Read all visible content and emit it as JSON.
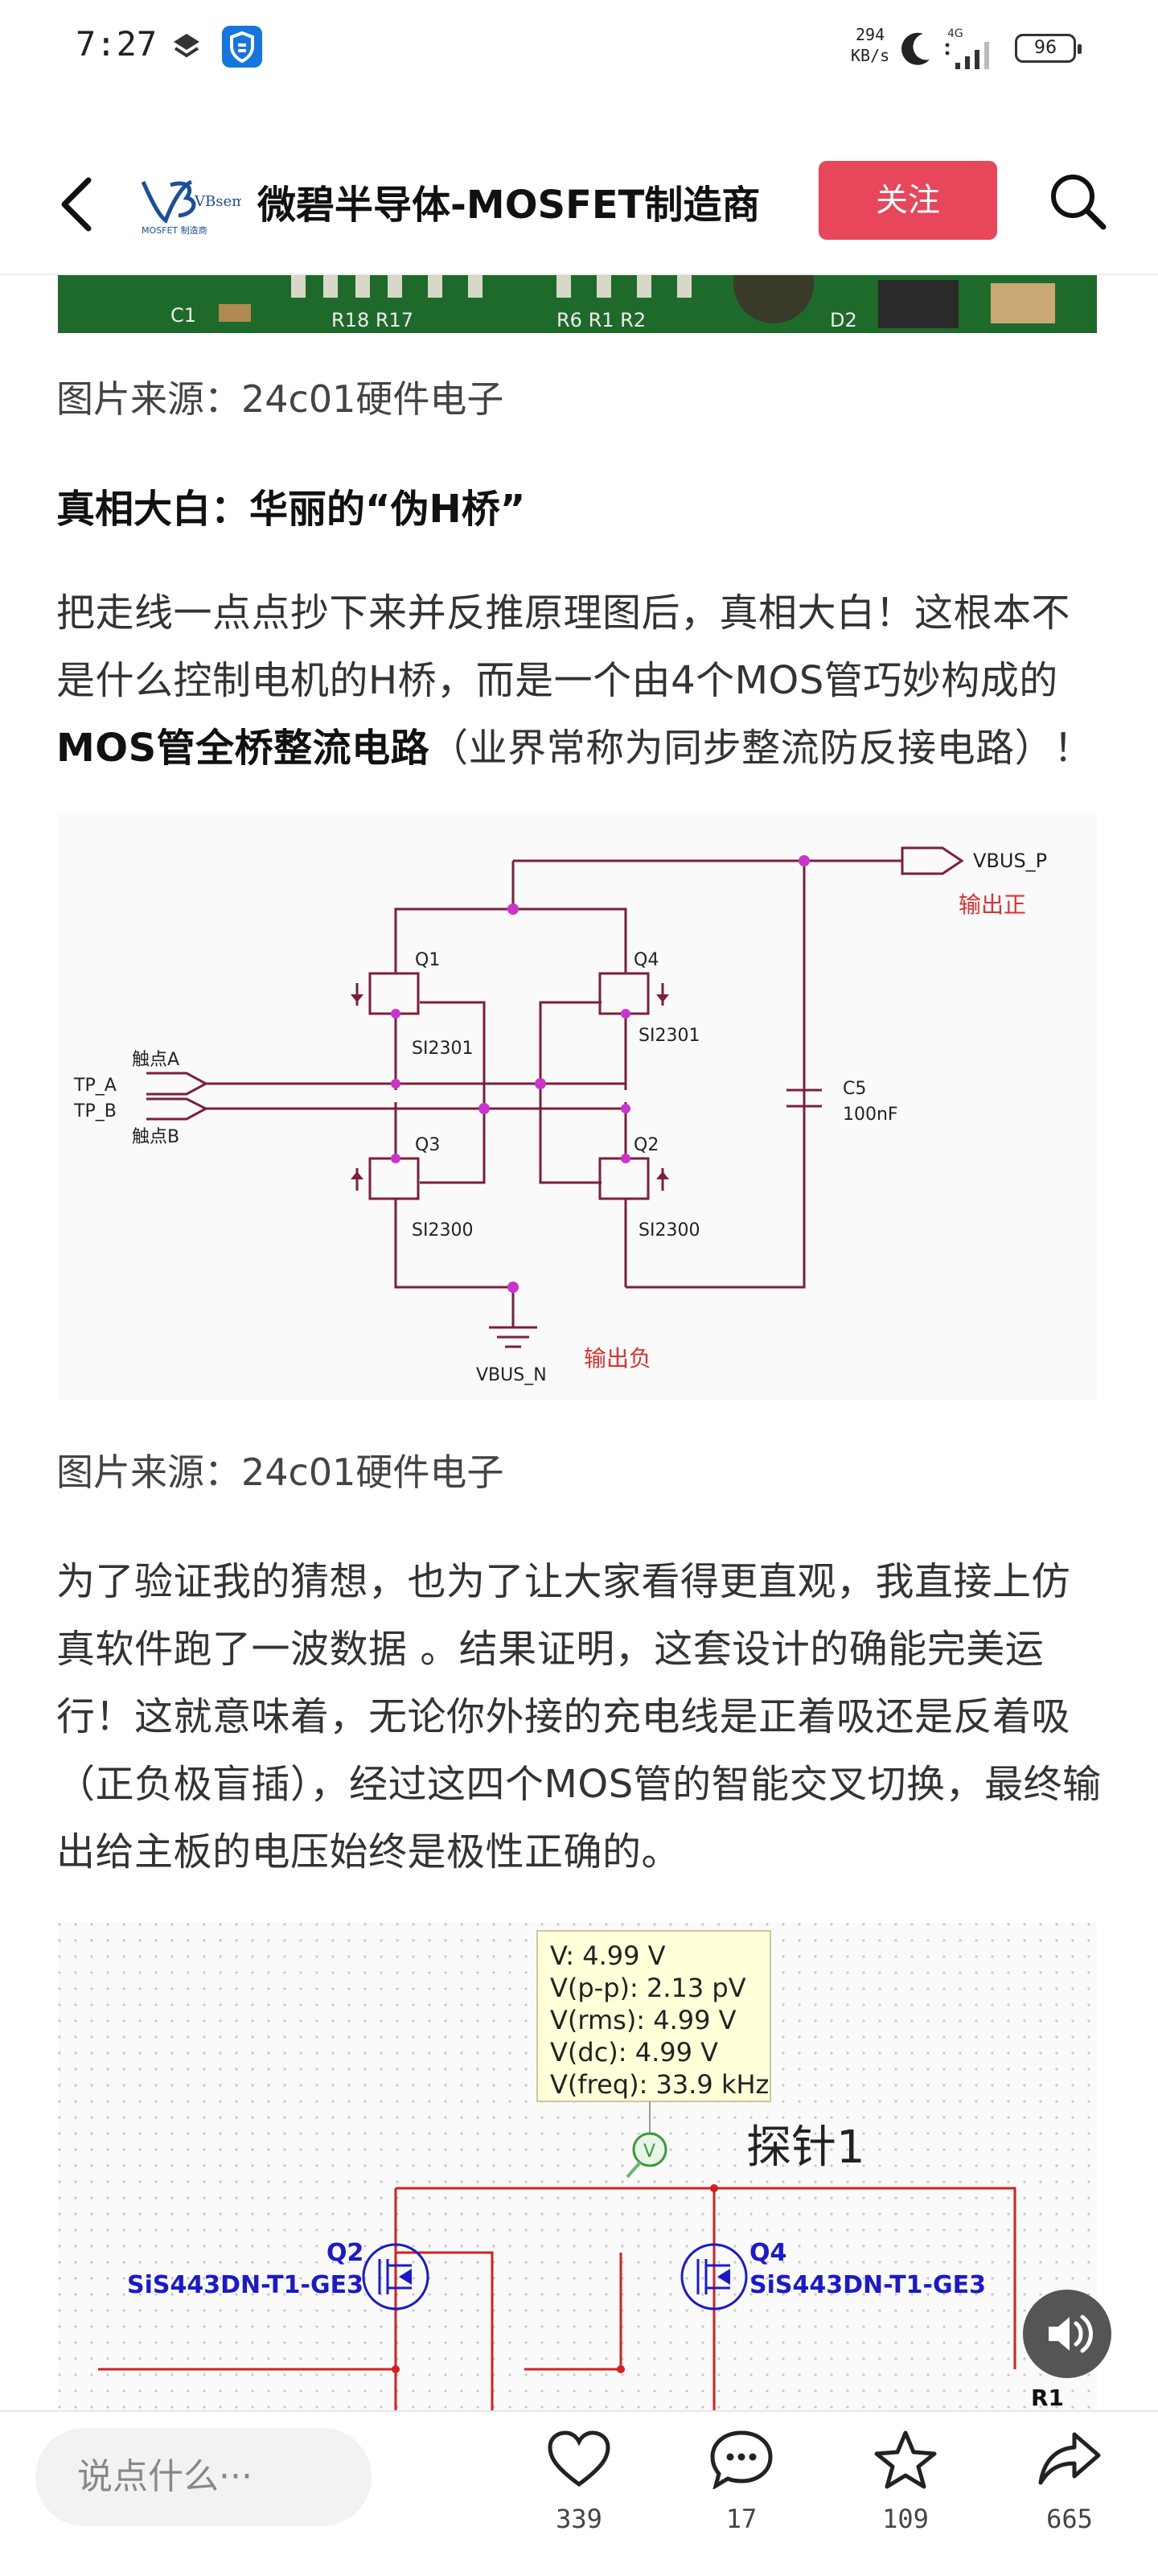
{
  "status_bar": {
    "time": "7:27",
    "net_speed_value": "294",
    "net_speed_unit": "KB/s",
    "network_type": "4G",
    "battery": "96",
    "icons": [
      "layers-icon",
      "shield-app-icon",
      "moon-icon",
      "signal-icon",
      "battery-icon"
    ]
  },
  "header": {
    "account_name": "微碧半导体-MOSFET制造商",
    "logo_text": "VBsemi",
    "logo_subtext": "MOSFET 制造商",
    "follow_label": "关注",
    "icons": [
      "back-arrow-icon",
      "search-icon"
    ]
  },
  "article": {
    "caption_1": "图片来源：24c01硬件电子",
    "heading": "真相大白：华丽的“伪H桥”",
    "para_1_a": "把走线一点点抄下来并反推原理图后，真相大白！这根本不是什么控制电机的H桥，而是一个由4个MOS管巧妙构成的",
    "para_1_bold": "MOS管全桥整流电路",
    "para_1_c": "（业界常称为同步整流防反接电路）！",
    "caption_2": "图片来源：24c01硬件电子",
    "para_2": "为了验证我的猜想，也为了让大家看得更直观，我直接上仿真软件跑了一波数据 。结果证明，这套设计的确能完美运行！这就意味着，无论你外接的充电线是正着吸还是反着吸（正负极盲插），经过这四个MOS管的智能交叉切换，最终输出给主板的电压始终是极性正确的。"
  },
  "photo_strip": {
    "labels": [
      "C1",
      "R18 R17",
      "R6 R1 R2",
      "D2"
    ]
  },
  "schematic_1": {
    "vbus_p": "VBUS_P",
    "out_pos": "输出正",
    "vbus_n": "VBUS_N",
    "out_neg": "输出负",
    "tp_a": "TP_A",
    "tp_b": "TP_B",
    "contact_a": "触点A",
    "contact_b": "触点B",
    "q1": "Q1",
    "q2": "Q2",
    "q3": "Q3",
    "q4": "Q4",
    "q1_part": "SI2301",
    "q4_part": "SI2301",
    "q3_part": "SI2300",
    "q2_part": "SI2300",
    "c5": "C5",
    "c5_value": "100nF"
  },
  "schematic_2": {
    "readout": [
      "V: 4.99 V",
      "V(p-p): 2.13 pV",
      "V(rms): 4.99 V",
      "V(dc): 4.99 V",
      "V(freq): 33.9 kHz"
    ],
    "probe_label": "探针1",
    "probe_symbol": "V",
    "q2": "Q2",
    "q2_part": "SiS443DN-T1-GE3",
    "q4": "Q4",
    "q4_part": "SiS443DN-T1-GE3",
    "r1": "R1"
  },
  "bottom_bar": {
    "comment_placeholder": "说点什么···",
    "like_count": "339",
    "comment_count": "17",
    "favorite_count": "109",
    "share_count": "665",
    "icons": [
      "heart-icon",
      "comment-icon",
      "star-icon",
      "share-icon",
      "volume-icon"
    ]
  },
  "colors": {
    "follow_button": "#e8475b",
    "wire": "#7b1f3a",
    "junction": "#cc33cc",
    "label_red": "#e0312f",
    "sim_wire": "#d62020",
    "sim_part": "#1a1acc"
  }
}
